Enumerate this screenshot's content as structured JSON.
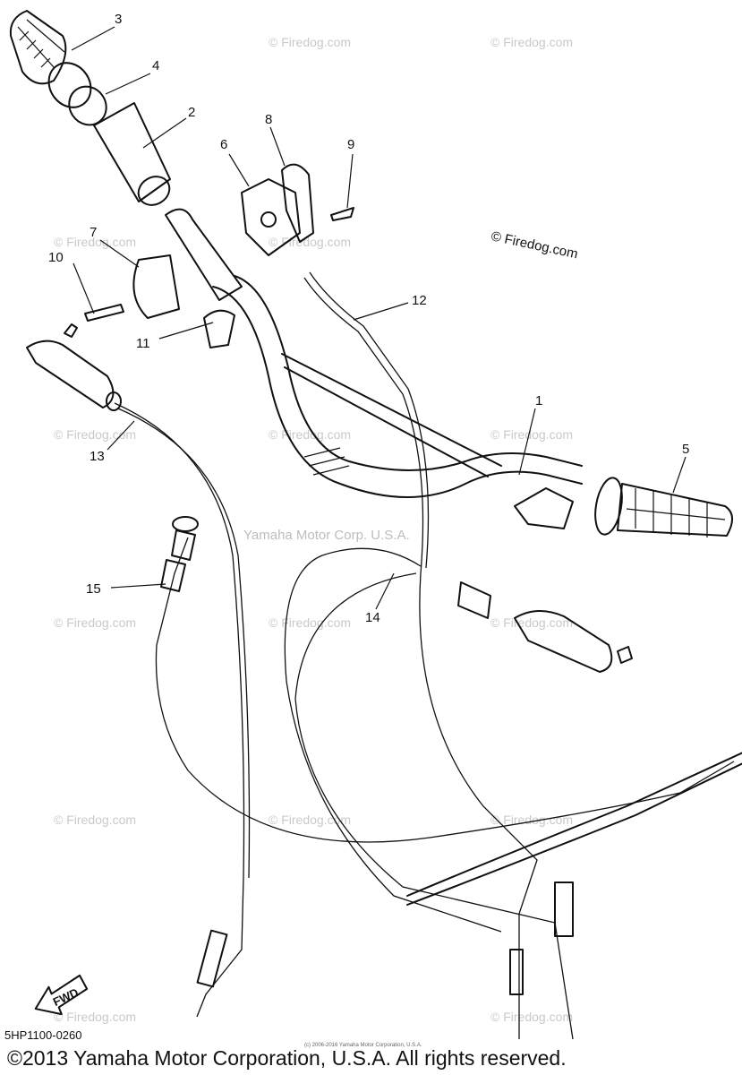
{
  "diagram": {
    "callouts": [
      "1",
      "2",
      "3",
      "4",
      "5",
      "6",
      "7",
      "8",
      "9",
      "10",
      "11",
      "12",
      "13",
      "14",
      "15"
    ],
    "center_watermark": "Yamaha Motor Corp. U.S.A.",
    "firedog_label": "© Firedog.com",
    "watermark_text": "© Firedog.com",
    "fwd_label": "FWD",
    "part_code": "5HP1100-0260",
    "small_copyright": "(c) 2006-2016 Yamaha Motor Corporation, U.S.A.",
    "copyright": "©2013 Yamaha Motor Corporation, U.S.A. All rights reserved."
  }
}
